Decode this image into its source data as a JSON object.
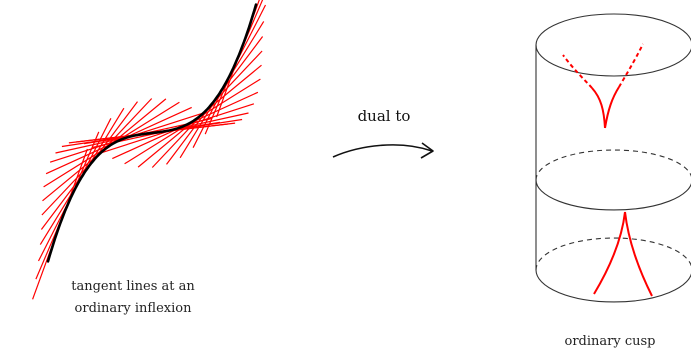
{
  "left_caption": {
    "line1": "tangent lines at an",
    "line2": "ordinary inflexion"
  },
  "arrow_label": "dual to",
  "right_caption": "ordinary cusp",
  "colors": {
    "curve": "#000000",
    "tangents": "#ff0000",
    "outline": "#222222"
  }
}
